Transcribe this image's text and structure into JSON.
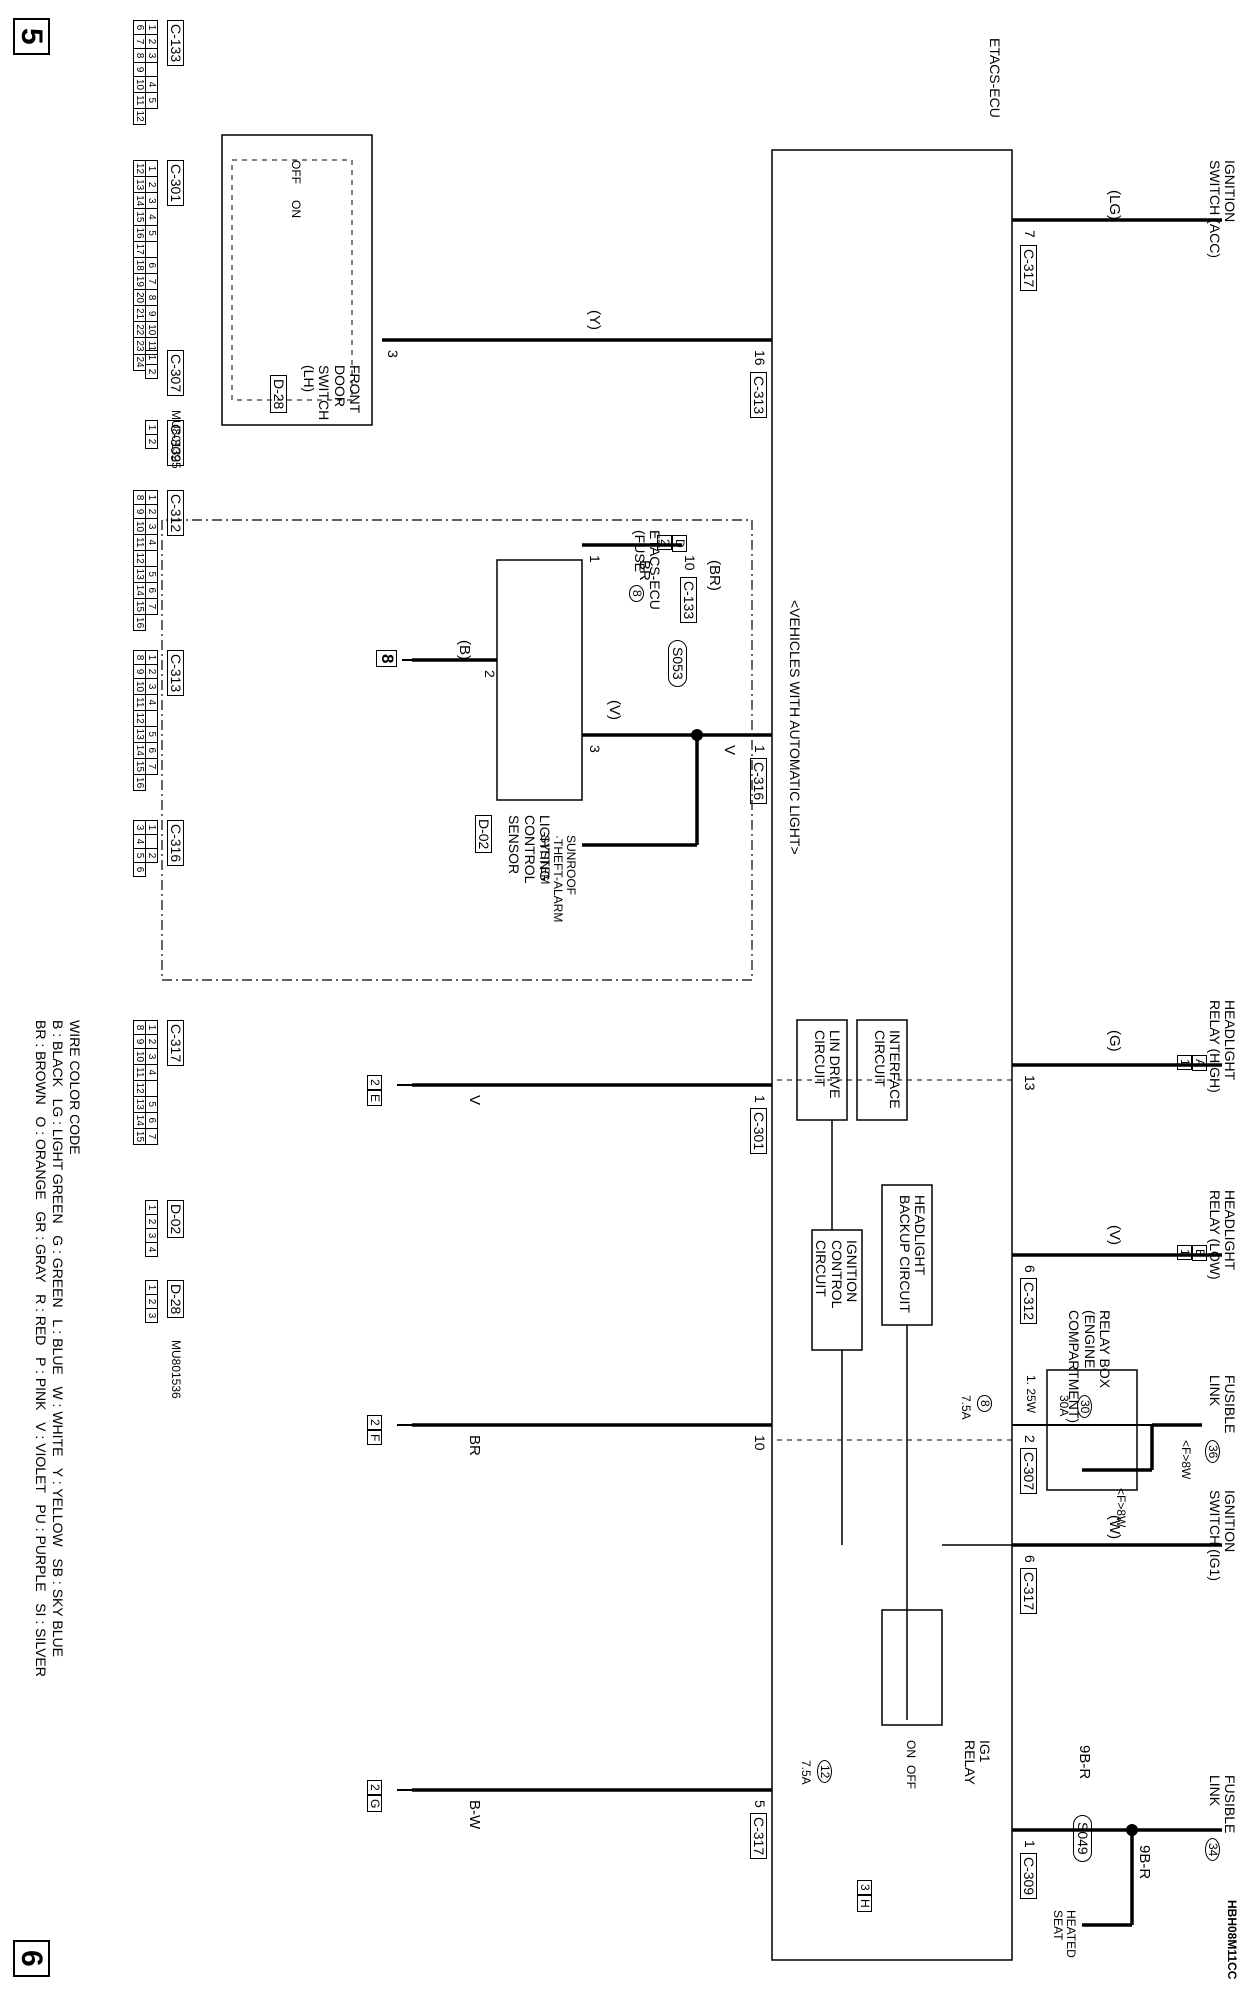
{
  "page": {
    "left_page": "5",
    "right_page": "6",
    "drawing_code": "HBH08M11CC"
  },
  "ecu": {
    "label": "ETACS-ECU"
  },
  "power": {
    "ign_acc": "IGNITION\nSWITCH (ACC)",
    "hl_high": "HEADLIGHT\nRELAY (HIGH)",
    "hl_low": "HEADLIGHT\nRELAY (LOW)",
    "fusible36": "FUSIBLE\nLINK",
    "fusible36_num": "36",
    "ign_ig1": "IGNITION\nSWITCH (IG1)",
    "fusible34": "FUSIBLE\nLINK",
    "fusible34_num": "34"
  },
  "wires": {
    "lg": "(LG)",
    "g": "(G)",
    "v": "(V)",
    "w": "(W)",
    "y": "(Y)",
    "br": "(BR)",
    "b": "(B)",
    "v_paren": "(V)",
    "br_plain": "BR",
    "v_plain": "V",
    "v_plain2": "V",
    "br_plain2": "BR",
    "bw": "B-W",
    "r9b_1": "9B-R",
    "r9b_2": "9B-R",
    "f8w_1": "<F>8W",
    "f8w_2": "<F>8W",
    "w125": "1. 25W"
  },
  "pins": {
    "p7_c317": "7",
    "c317": "C-317",
    "p13": "13",
    "p6_c312": "6",
    "c312": "C-312",
    "p2_c307": "2",
    "c307": "C-307",
    "p6_c317": "6",
    "c317b": "C-317",
    "p1_c309": "1",
    "c309": "C-309",
    "p16_c313": "16",
    "c313": "C-313",
    "p1_c316": "1",
    "c316": "C-316",
    "p1_c301": "1",
    "c301": "C-301",
    "p10": "10",
    "p5_c317": "5",
    "c317c": "C-317",
    "p10_c133": "10",
    "c133": "C-133",
    "p3_door": "3",
    "p1_sensor": "1",
    "p2_sensor": "2",
    "p3_sensor": "3"
  },
  "components": {
    "relay_box": "RELAY BOX\n(ENGINE\nCOMPARTMENT)",
    "fuse30": "30",
    "fuse30_rating": "30A",
    "fuse8": "8",
    "fuse8_rating": "7.5A",
    "fuse12": "12",
    "fuse12_rating": "7.5A",
    "ig1_relay": "IG1\nRELAY",
    "relay_on": "ON",
    "relay_off": "OFF",
    "lin_drive": "LIN DRIVE\nCIRCUIT",
    "interface": "INTERFACE\nCIRCUIT",
    "ign_control": "IGNITION\nCONTROL\nCIRCUIT",
    "hl_backup": "HEADLIGHT\nBACKUP CIRCUIT",
    "auto_light": "<VEHICLES WITH AUTOMATIC LIGHT>",
    "etacs_fuse": "ETACS-ECU\n(FUSE",
    "etacs_fuse_num": "8",
    "s053": "S053",
    "s049": "S049",
    "sunroof": "SUNROOF\n·THEFT-ALARM\nSYSTEM",
    "heated_seat": "HEATED\nSEAT",
    "sensor": "LIGHTING\nCONTROL\nSENSOR",
    "sensor_conn": "D-02",
    "door_switch": "FRONT\nDOOR\nSWITCH\n(LH)",
    "door_conn": "D-28",
    "sw_off": "OFF",
    "sw_on": "ON",
    "ground8": "8"
  },
  "refs": {
    "r1": "1",
    "r1b": "1",
    "r2": "2",
    "r2b": "2",
    "r2c": "2",
    "r2d": "2",
    "r2e": "2",
    "r3": "3",
    "ra": "A",
    "rb": "B",
    "rd": "D",
    "re": "E",
    "rf": "F",
    "rg": "G",
    "rh": "H"
  },
  "connectors": [
    {
      "id": "C-133",
      "rows": [
        [
          "1",
          "2",
          "3",
          "",
          "4",
          "5"
        ],
        [
          "6",
          "7",
          "8",
          "9",
          "10",
          "11",
          "12"
        ]
      ]
    },
    {
      "id": "C-301",
      "rows": [
        [
          "1",
          "2",
          "3",
          "4",
          "5",
          "",
          "6",
          "7",
          "8",
          "9",
          "10",
          "11"
        ],
        [
          "12",
          "13",
          "14",
          "15",
          "16",
          "17",
          "18",
          "19",
          "20",
          "21",
          "22",
          "23",
          "24"
        ]
      ]
    },
    {
      "id": "C-307",
      "sub": "MU801325",
      "rows": [
        [
          "1",
          "2"
        ]
      ]
    },
    {
      "id": "C-309",
      "rows": [
        [
          "1",
          "2"
        ]
      ]
    },
    {
      "id": "C-312",
      "rows": [
        [
          "1",
          "2",
          "3",
          "4",
          "",
          "5",
          "6",
          "7"
        ],
        [
          "8",
          "9",
          "10",
          "11",
          "12",
          "13",
          "14",
          "15",
          "16"
        ]
      ]
    },
    {
      "id": "C-313",
      "rows": [
        [
          "1",
          "2",
          "3",
          "4",
          "",
          "5",
          "6",
          "7"
        ],
        [
          "8",
          "9",
          "10",
          "11",
          "12",
          "13",
          "14",
          "15",
          "16"
        ]
      ]
    },
    {
      "id": "C-316",
      "rows": [
        [
          "1",
          "",
          "2"
        ],
        [
          "3",
          "4",
          "5",
          "6"
        ]
      ]
    },
    {
      "id": "C-317",
      "rows": [
        [
          "1",
          "2",
          "3",
          "4",
          "",
          "5",
          "6",
          "7"
        ],
        [
          "8",
          "9",
          "10",
          "11",
          "12",
          "13",
          "14",
          "15"
        ]
      ]
    },
    {
      "id": "D-02",
      "rows": [
        [
          "1",
          "2",
          "3",
          "4"
        ]
      ]
    },
    {
      "id": "D-28",
      "sub": "MU801536",
      "rows": [
        [
          "1",
          "2",
          "3"
        ]
      ]
    }
  ],
  "legend": {
    "title": "WIRE COLOR CODE",
    "line1": "B : BLACK   LG : LIGHT GREEN   G : GREEN   L : BLUE   W : WHITE   Y : YELLOW   SB : SKY BLUE",
    "line2": "BR : BROWN   O : ORANGE   GR : GRAY   R : RED   P : PINK   V : VIOLET   PU : PURPLE   SI : SILVER"
  }
}
